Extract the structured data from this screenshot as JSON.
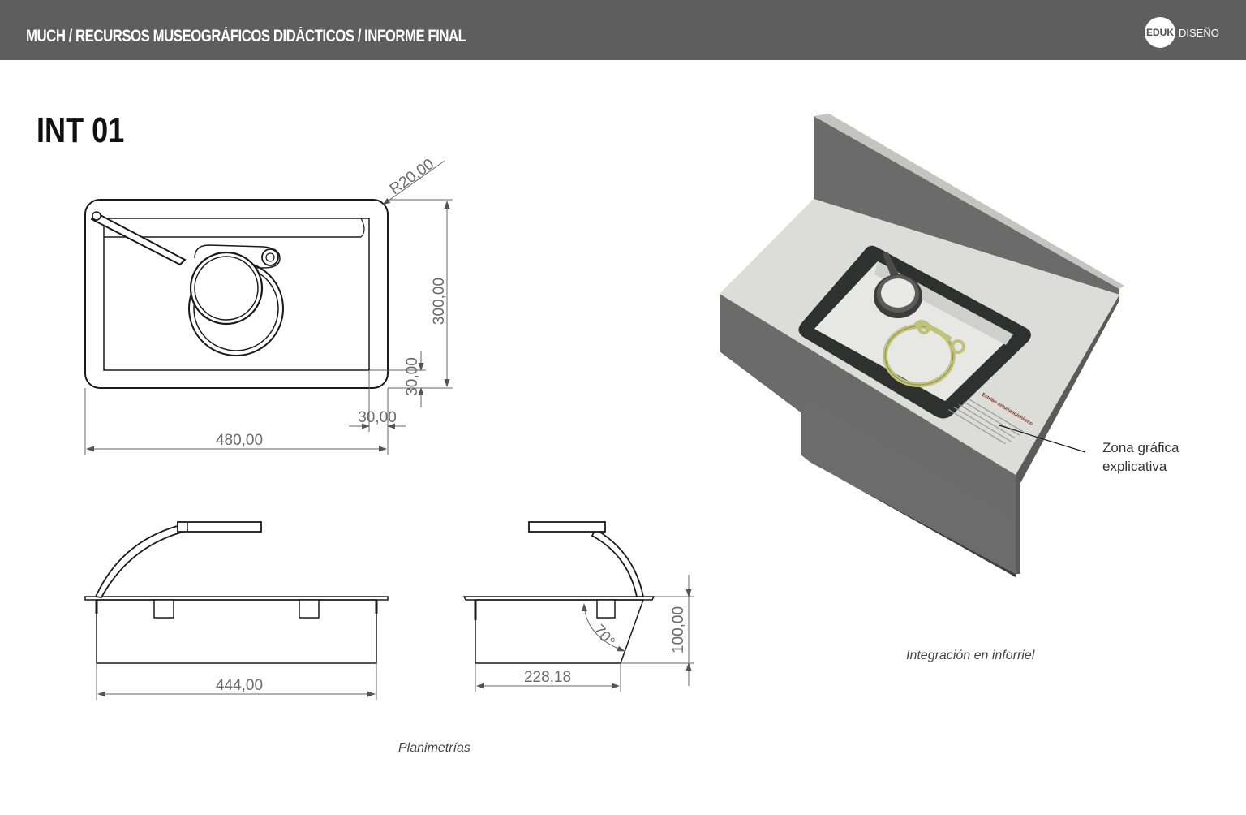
{
  "header": {
    "title": "MUCH / RECURSOS MUSEOGRÁFICOS DIDÁCTICOS / INFORME FINAL",
    "logo": {
      "mark": "EDUK",
      "word": "DISEÑO"
    }
  },
  "page_title": "INT 01",
  "dimensions": {
    "top_view": {
      "radius": "R20,00",
      "height": "300,00",
      "inner_offset": "30,00",
      "side_offset": "30,00",
      "width": "480,00"
    },
    "front_view": {
      "width": "444,00"
    },
    "side_view": {
      "depth": "228,18",
      "angle": "70°",
      "height": "100,00"
    }
  },
  "render": {
    "label_title": "Estribo asturiano/chileno",
    "callout_line1": "Zona gráfica",
    "callout_line2": "explicativa"
  },
  "captions": {
    "plans": "Planimetrías",
    "integration": "Integración en inforriel"
  },
  "colors": {
    "header_bg": "#5d5e5d",
    "rail_dark": "#6a6b6a",
    "rail_top": "#dcddd8",
    "frame": "#2f3030",
    "stirrup": "#c2c27a"
  }
}
